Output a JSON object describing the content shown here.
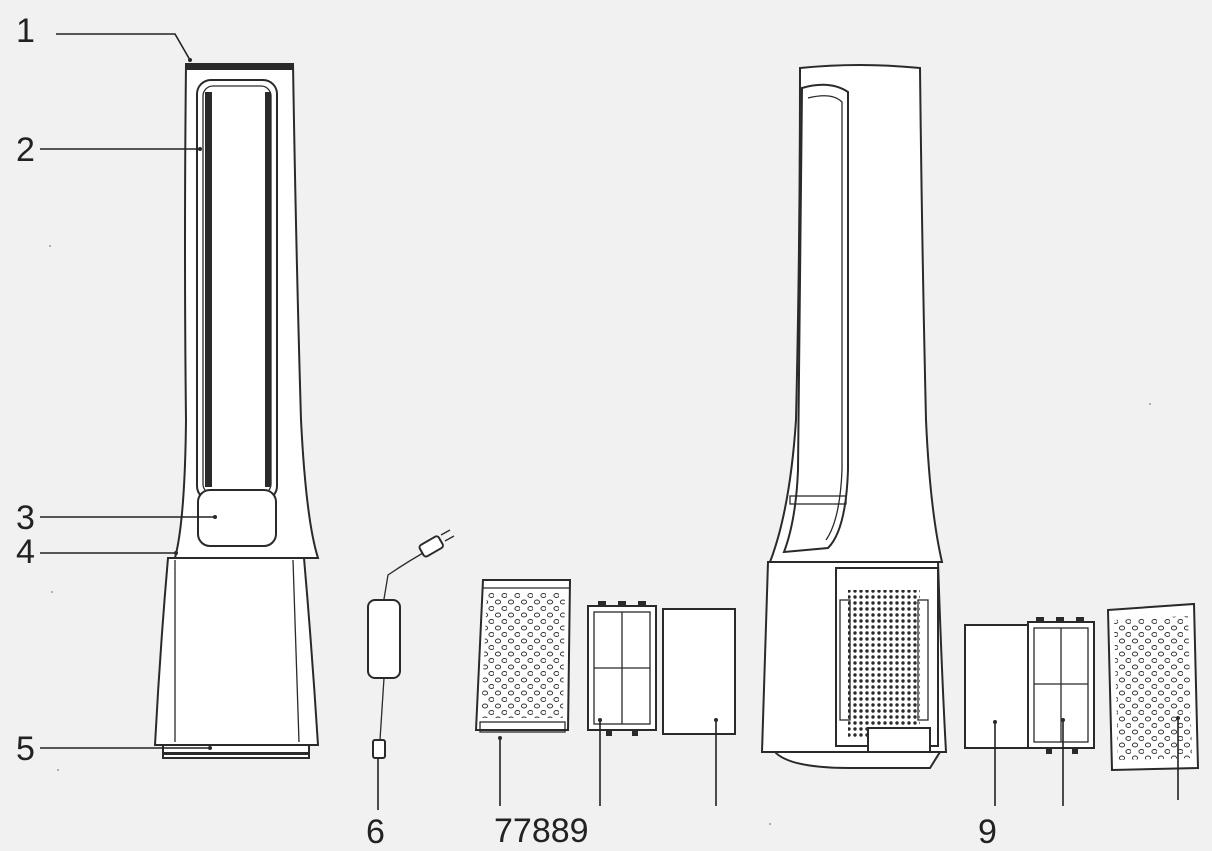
{
  "labels": {
    "l1": "1",
    "l2": "2",
    "l3": "3",
    "l4": "4",
    "l5": "5",
    "l6": "6",
    "l7": "77889",
    "l9": "9"
  }
}
